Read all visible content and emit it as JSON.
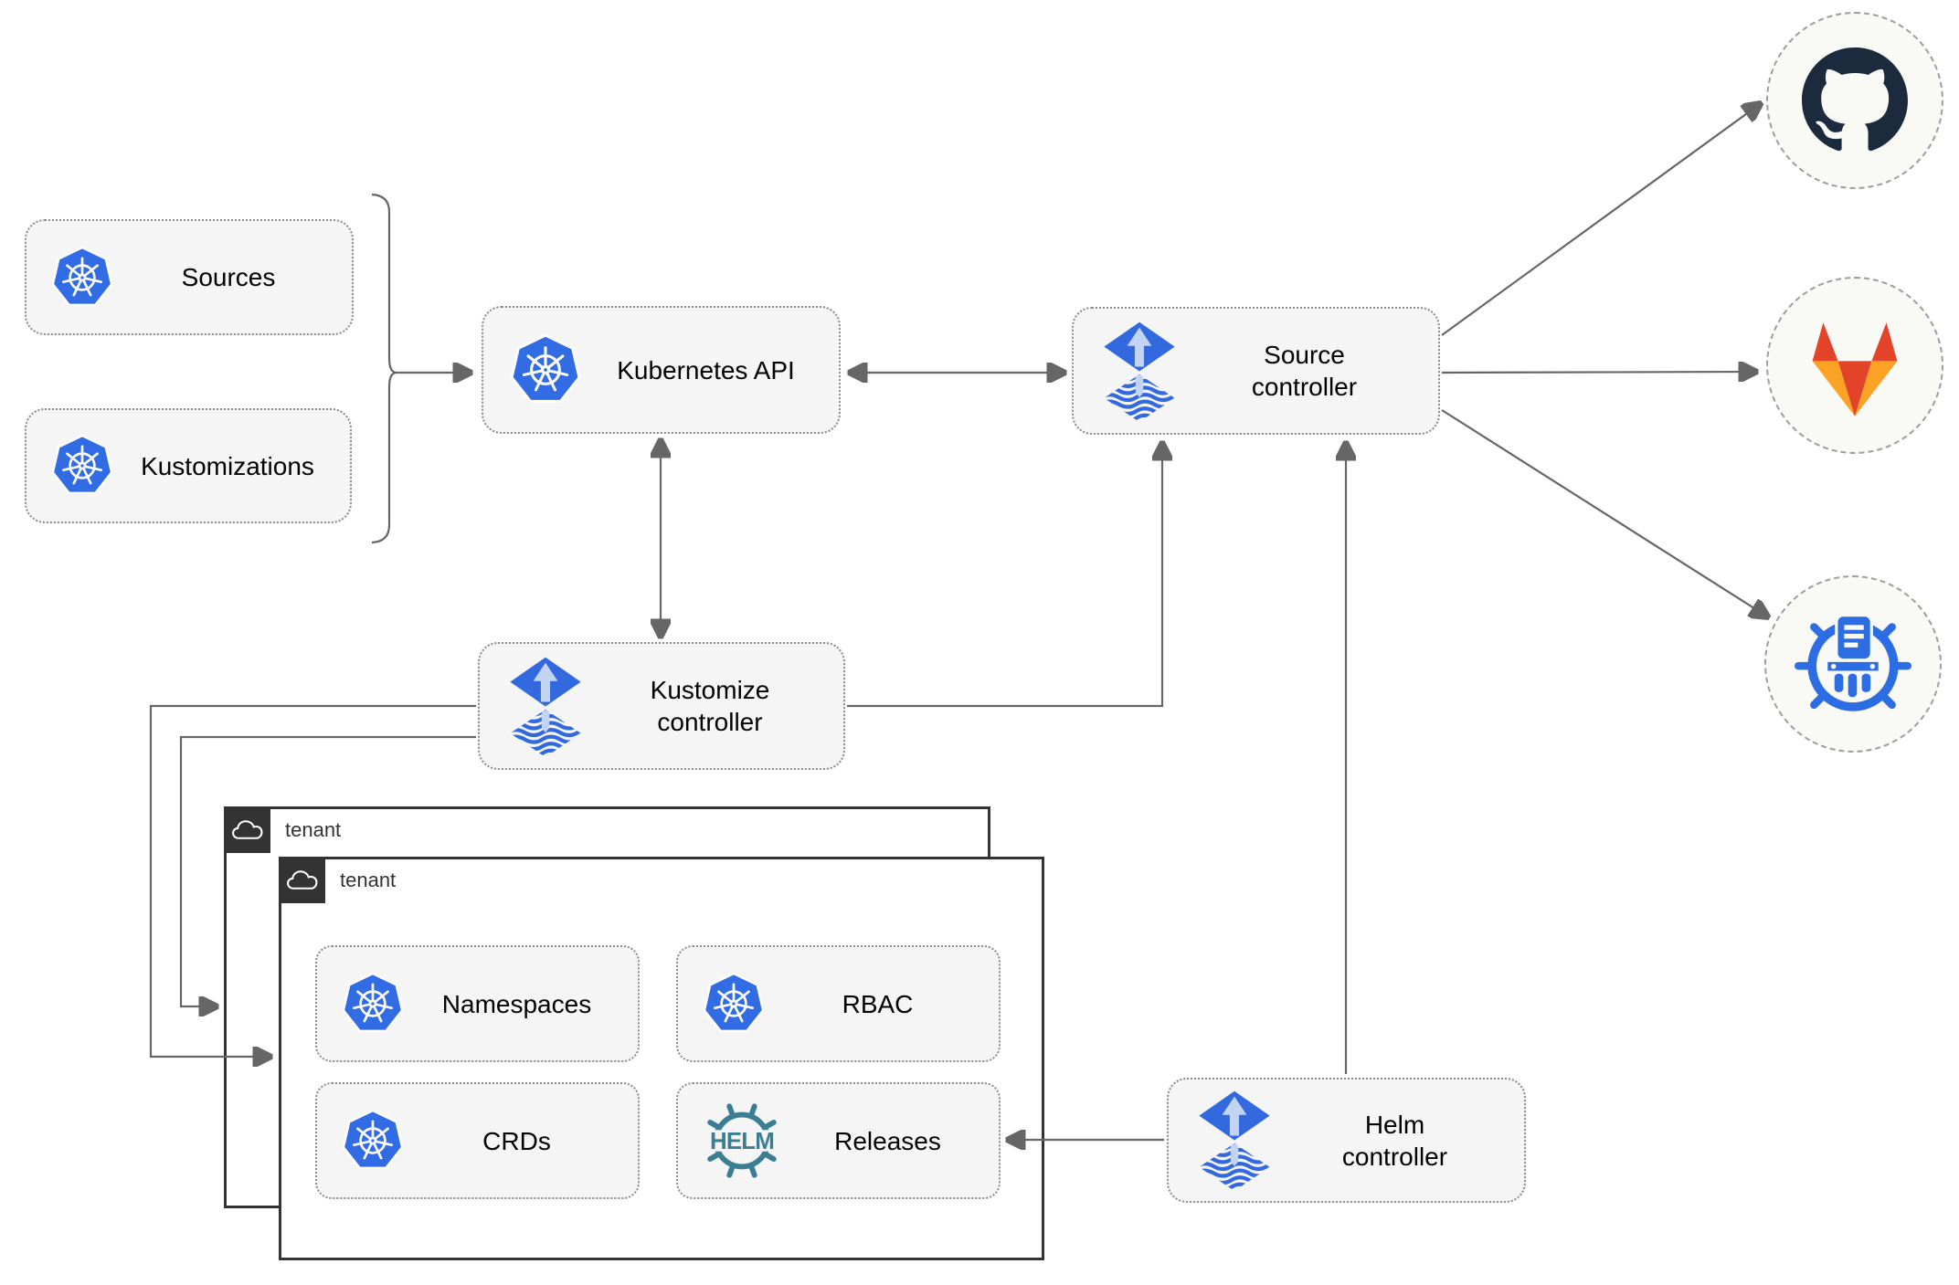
{
  "nodes": {
    "sources": "Sources",
    "kustomizations": "Kustomizations",
    "kubernetes_api": "Kubernetes API",
    "source_controller": "Source controller",
    "kustomize_controller": "Kustomize controller",
    "helm_controller": "Helm controller",
    "namespaces": "Namespaces",
    "rbac": "RBAC",
    "crds": "CRDs",
    "releases": "Releases"
  },
  "tenants": {
    "outer": "tenant",
    "inner": "tenant"
  },
  "endpoints": [
    {
      "name": "github",
      "icon": "github-logo"
    },
    {
      "name": "gitlab",
      "icon": "gitlab-logo"
    },
    {
      "name": "chartmuseum",
      "icon": "chartmuseum-logo"
    }
  ],
  "icons": {
    "kubernetes": "kubernetes-logo",
    "flux": "flux-logo",
    "helm_wordmark": "HELM",
    "cloud": "cloud-icon"
  },
  "edges": [
    {
      "from": "sources-kustomizations-brace",
      "to": "kubernetes-api",
      "arrow": "end"
    },
    {
      "from": "kubernetes-api",
      "to": "source-controller",
      "arrow": "both"
    },
    {
      "from": "kubernetes-api",
      "to": "kustomize-controller",
      "arrow": "both"
    },
    {
      "from": "kustomize-controller",
      "to": "source-controller",
      "arrow": "end"
    },
    {
      "from": "helm-controller",
      "to": "source-controller",
      "arrow": "end"
    },
    {
      "from": "source-controller",
      "to": "github",
      "arrow": "end"
    },
    {
      "from": "source-controller",
      "to": "gitlab",
      "arrow": "end"
    },
    {
      "from": "source-controller",
      "to": "chartmuseum",
      "arrow": "end"
    },
    {
      "from": "kustomize-controller",
      "to": "tenant-inner",
      "arrow": "end"
    },
    {
      "from": "kustomize-controller",
      "to": "tenant-outer",
      "arrow": "end"
    },
    {
      "from": "helm-controller",
      "to": "releases",
      "arrow": "end"
    }
  ],
  "colors": {
    "kubernetes_blue": "#326CE5",
    "flux_blue": "#3269DE",
    "flux_light": "#C3D3F2",
    "helm_teal": "#3B7E93",
    "github_dark": "#1B2A3C",
    "gitlab_red": "#E24329",
    "gitlab_yellow": "#FCA326",
    "chartmuseum_blue": "#2D6DE4",
    "line_gray": "#666666",
    "node_fill": "#F5F5F5",
    "node_border": "#8C8C8C",
    "tenant_border": "#333333",
    "circle_fill": "#F9F9F6",
    "circle_border": "#9E9E9E",
    "text": "#000000"
  }
}
